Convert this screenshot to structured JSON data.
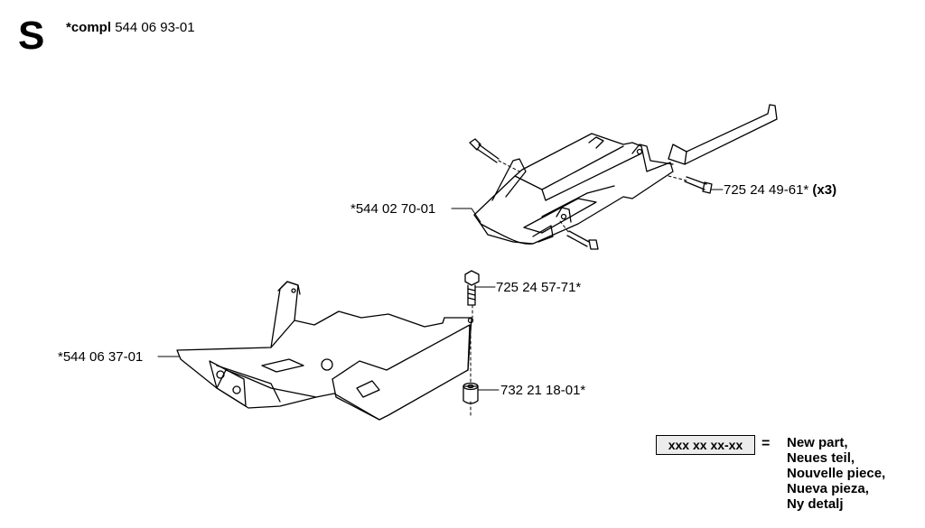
{
  "header": {
    "section_letter": "S",
    "compl_label": "*compl",
    "compl_number": "544 06 93-01"
  },
  "callouts": {
    "bracket_upper": "*544 02 70-01",
    "bolt_upper": "725 24 49-61*",
    "bolt_upper_qty": "(x3)",
    "bolt_lower": "725 24 57-71*",
    "bracket_lower": "*544 06 37-01",
    "spacer": "732 21 18-01*"
  },
  "legend": {
    "box_text": "xxx xx xx-xx",
    "equals": "=",
    "lines": [
      "New part,",
      "Neues teil,",
      "Nouvelle piece,",
      "Nueva pieza,",
      "Ny detalj"
    ]
  }
}
